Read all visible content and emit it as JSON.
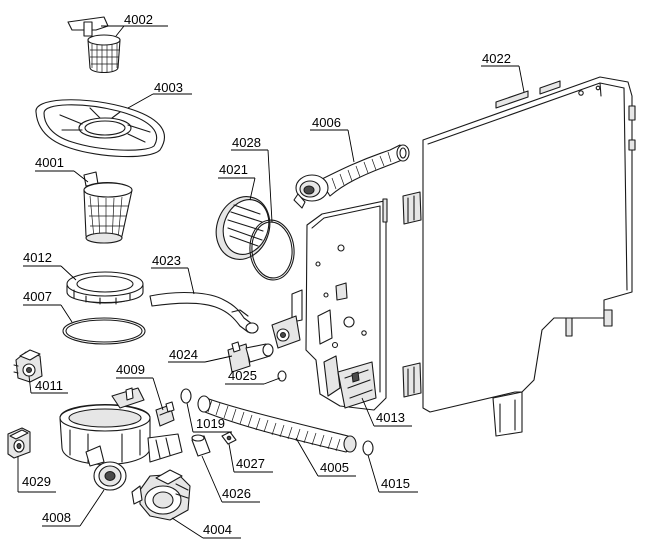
{
  "part_labels": {
    "p4002": "4002",
    "p4003": "4003",
    "p4001": "4001",
    "p4012": "4012",
    "p4007": "4007",
    "p4011": "4011",
    "p4029": "4029",
    "p4008": "4008",
    "p4009": "4009",
    "p4004": "4004",
    "p4026": "4026",
    "p4027": "4027",
    "p1019": "1019",
    "p4024": "4024",
    "p4025": "4025",
    "p4023": "4023",
    "p4021": "4021",
    "p4028": "4028",
    "p4006": "4006",
    "p4005": "4005",
    "p4015": "4015",
    "p4013": "4013",
    "p4022": "4022"
  }
}
